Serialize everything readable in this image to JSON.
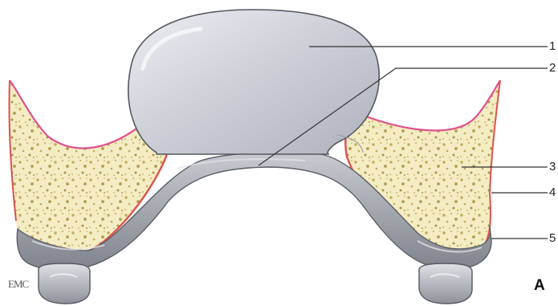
{
  "figure": {
    "panel_letter": "A",
    "watermark": "EMC"
  },
  "callouts": [
    {
      "id": "1",
      "label": "1"
    },
    {
      "id": "2",
      "label": "2"
    },
    {
      "id": "3",
      "label": "3"
    },
    {
      "id": "4",
      "label": "4"
    },
    {
      "id": "5",
      "label": "5"
    }
  ],
  "colors": {
    "bone_fill": "#f4ecc2",
    "bone_spots": "#b89e4a",
    "gingiva_edge": "#e0508f",
    "periosteum": "#d9534f",
    "base_gray": "#8f9299",
    "base_gray_light": "#c4c6cc",
    "tooth_gray": "#c8cad2",
    "tooth_highlight": "#e8e9ee"
  }
}
